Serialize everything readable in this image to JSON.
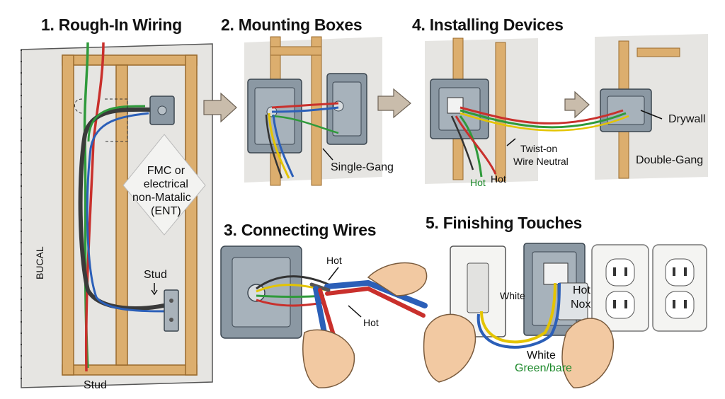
{
  "steps": [
    {
      "number": "1.",
      "title": "Rough-In Wiring"
    },
    {
      "number": "2.",
      "title": "Mounting Boxes"
    },
    {
      "number": "3.",
      "title": "Connecting Wires"
    },
    {
      "number": "4.",
      "title": "Installing Devices"
    },
    {
      "number": "5.",
      "title": "Finishing Touches"
    }
  ],
  "labels": {
    "fmc_line1": "FMC or",
    "fmc_line2": "electrical",
    "fmc_line3": "non-Matalic",
    "fmc_line4": "(ENT)",
    "stud_upper": "Stud",
    "stud_lower": "Stud",
    "side_text": "BUCAL",
    "single_gang": "Single-Gang",
    "hot_pliers_top": "Hot",
    "hot_pliers_bottom": "Hot",
    "twist_on_line1": "Twist-on",
    "twist_on_line2": "Wire Neutral",
    "hot_green": "Hot",
    "hot_dark": "Hot",
    "drywall": "Drywall",
    "double_gang": "Double-Gang",
    "white_switch": "White",
    "hot_cover": "Hot",
    "nox_cover": "Nox",
    "white_bottom": "White",
    "green_bare": "Green/bare"
  },
  "colors": {
    "wood": "#dcae6e",
    "wood_edge": "#9a6a2c",
    "drywall": "#e4e4e2",
    "box": "#8b98a3",
    "wire_red": "#c9302c",
    "wire_green": "#2f9a3b",
    "wire_blue": "#2b5fb8",
    "wire_yellow": "#e4c400",
    "wire_black": "#333333",
    "arrow": "#c9bcab",
    "skin": "#f2c9a2"
  },
  "icons": [
    "arrow-right-icon",
    "pliers-icon",
    "outlet-icon",
    "switch-icon",
    "hand-icon",
    "junction-box-icon"
  ]
}
